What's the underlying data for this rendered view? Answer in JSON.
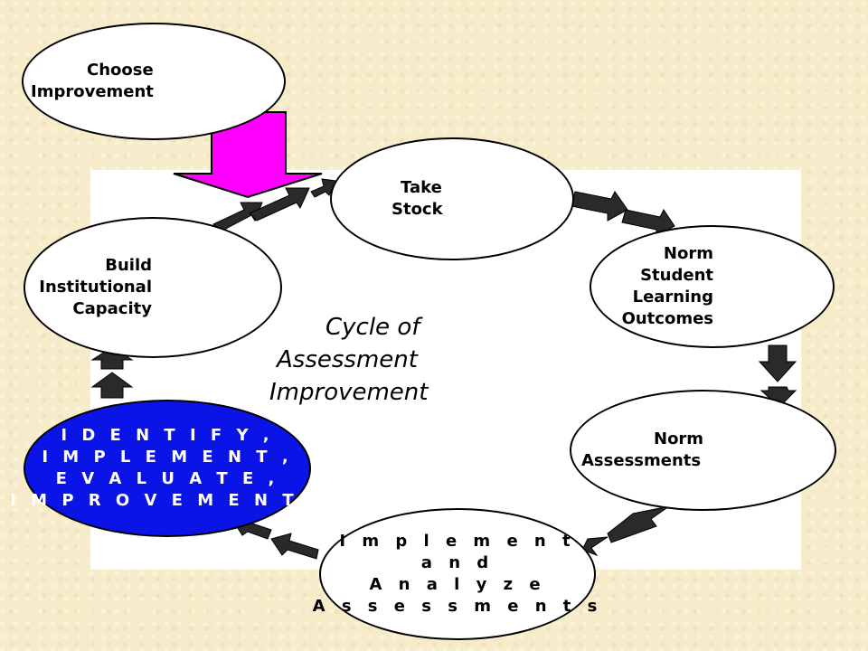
{
  "title": {
    "lines": [
      "Cycle of",
      "Assessment",
      "Improvement"
    ]
  },
  "nodes": {
    "choose": {
      "lines": [
        "Choose",
        "Improvement"
      ]
    },
    "take_stock": {
      "lines": [
        "Take",
        "Stock"
      ]
    },
    "norm_slo": {
      "lines": [
        "Norm",
        "Student",
        "Learning",
        "Outcomes"
      ]
    },
    "norm_assessments": {
      "lines": [
        "Norm",
        "Assessments"
      ]
    },
    "implement_analyze": {
      "lines": [
        "I m p l e m e n t",
        "a n d",
        "A n a l y z e",
        "A s s e s s m e n t s"
      ]
    },
    "identify": {
      "lines": [
        "I D E N T I F Y ,",
        "I M P L E M E N T ,",
        "E V A L U A T E ,",
        "I M P R O V E M E N T S"
      ]
    },
    "build": {
      "lines": [
        "Build",
        "Institutional",
        "Capacity"
      ]
    }
  },
  "colors": {
    "background": "#f7ecc9",
    "panel": "#ffffff",
    "highlight_node": "#0a14e6",
    "entry_arrow": "#ff00ff"
  },
  "icons": {
    "cycle_arrows": "dark-block-arrow",
    "entry_arrow": "magenta-down-arrow"
  }
}
